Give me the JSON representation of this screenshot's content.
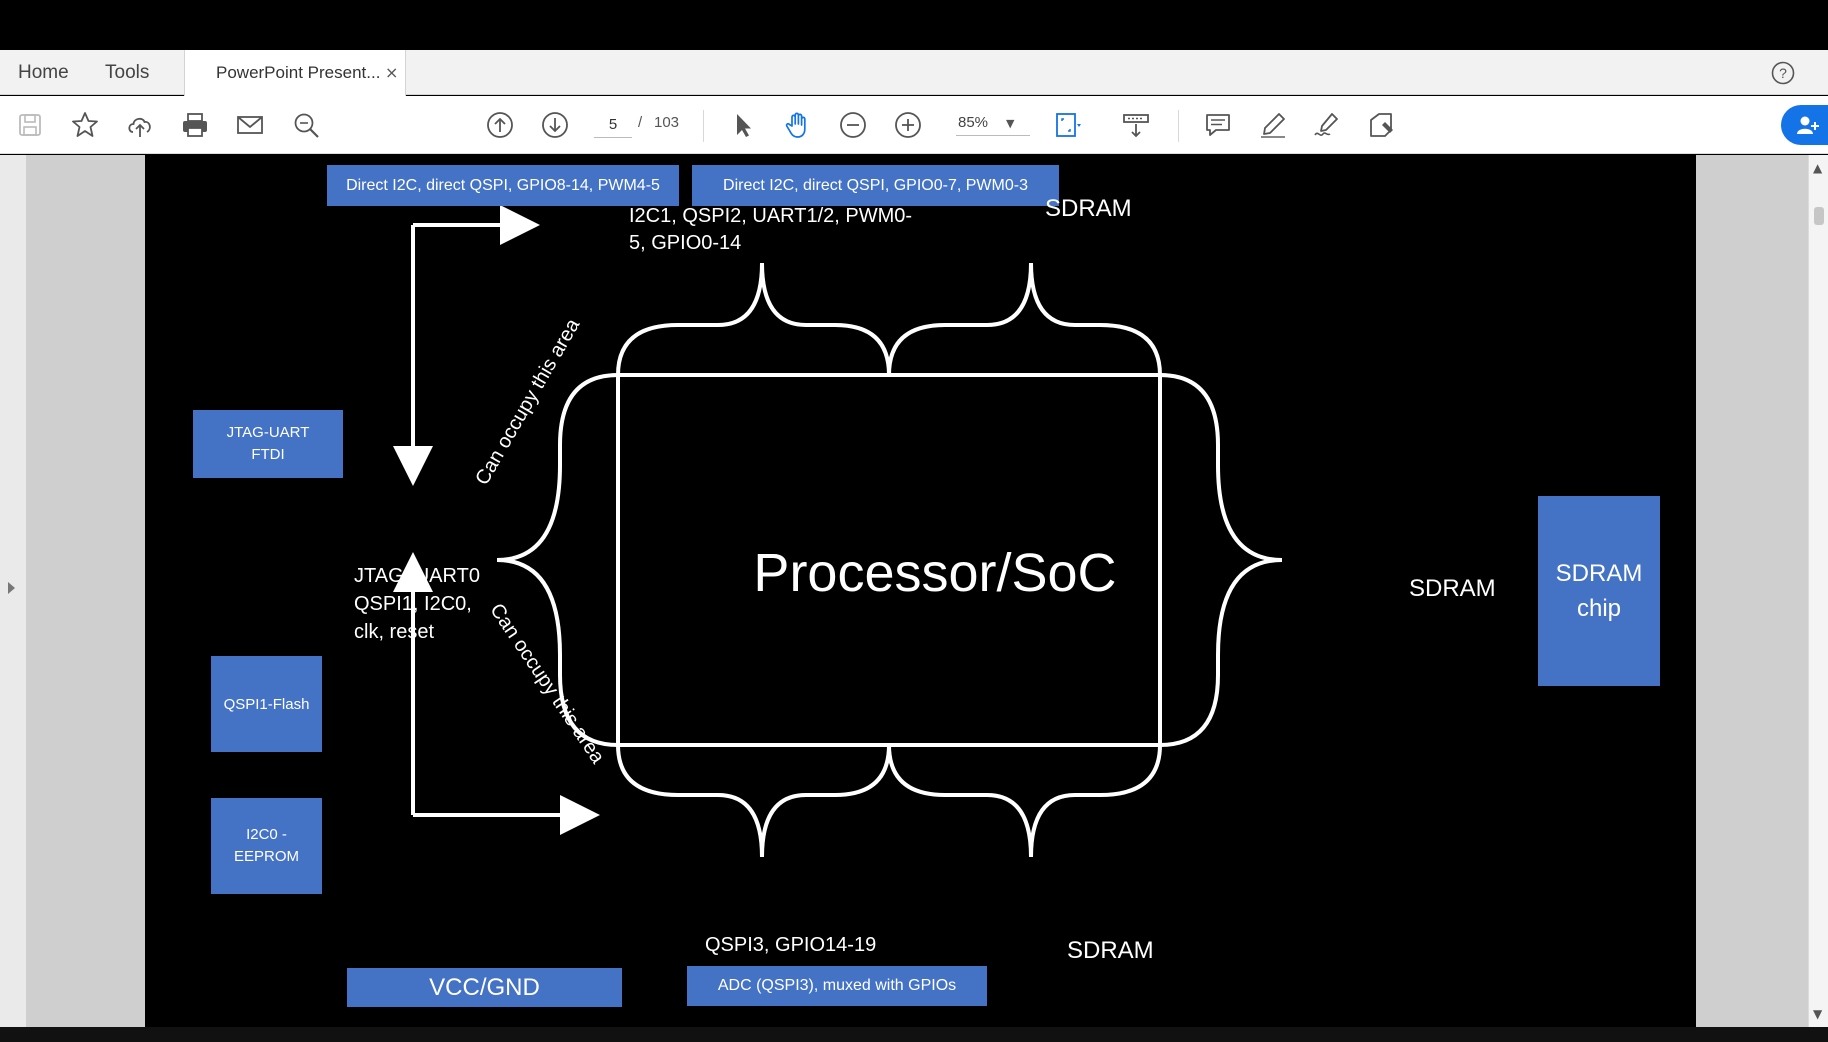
{
  "tabbar": {
    "home_label": "Home",
    "tools_label": "Tools",
    "doc_tab_label": "PowerPoint Present...",
    "close_glyph": "×"
  },
  "toolbar": {
    "icons": [
      "save-icon",
      "bookmark-star-icon",
      "upload-cloud-icon",
      "print-icon",
      "email-icon",
      "search-zoom-icon",
      "page-up-icon",
      "page-down-icon",
      "select-cursor-icon",
      "hand-tool-icon",
      "zoom-out-icon",
      "zoom-in-icon",
      "fit-page-icon",
      "scroll-mode-icon",
      "comment-icon",
      "highlight-pen-icon",
      "sign-icon",
      "edit-tag-icon",
      "help-icon",
      "add-user-icon"
    ],
    "page_current": "5",
    "page_separator": "/",
    "page_total": "103",
    "zoom": "85%",
    "active_tool": "hand-tool"
  },
  "slide": {
    "top_box_left": "Direct I2C, direct QSPI, GPIO8-14, PWM4-5",
    "top_box_right": "Direct I2C, direct QSPI, GPIO0-7, PWM0-3",
    "top_signals": "I2C1, QSPI2, UART1/2, PWM0-\n5, GPIO0-14",
    "sdram_top": "SDRAM",
    "sdram_right": "SDRAM",
    "sdram_bottom": "SDRAM",
    "left_signals": "JTAG, UART0\nQSPI1, I2C0,\nclk, reset",
    "bottom_signals": "QSPI3, GPIO14-19",
    "can_occupy_top": "Can occupy this area",
    "can_occupy_bottom": "Can occupy this area",
    "processor_label": "Processor/SoC",
    "jtag_box": "JTAG-UART\nFTDI",
    "qspi_flash_box": "QSPI1-Flash",
    "eeprom_box": "I2C0 -\nEEPROM",
    "vcc_box": "VCC/GND",
    "adc_box": "ADC (QSPI3), muxed with GPIOs",
    "sdram_chip_box": "SDRAM\nchip"
  },
  "colors": {
    "slide_bg": "#000000",
    "box_blue": "#4472c4",
    "share_blue": "#1473e6",
    "line": "#ffffff"
  }
}
